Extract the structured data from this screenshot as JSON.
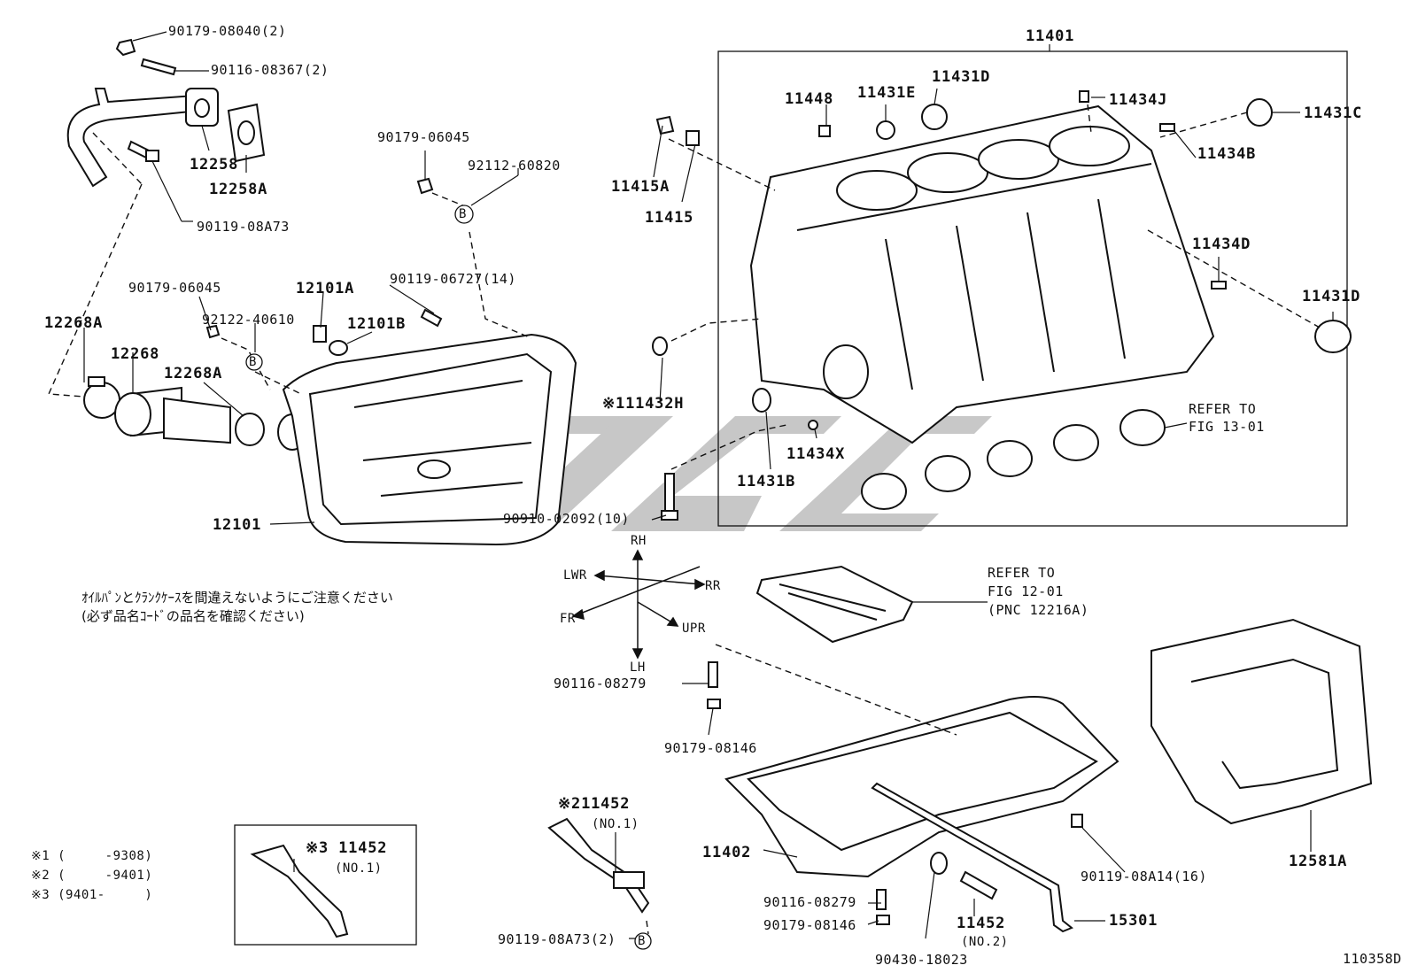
{
  "diagram": {
    "frame_label": "11401",
    "figure_code": "110358D",
    "parts": {
      "p90179_08040": "90179-08040(2)",
      "p90116_08367": "90116-08367(2)",
      "p12258": "12258",
      "p12258A": "12258A",
      "p90119_08A73_top": "90119-08A73",
      "p90179_06045_top": "90179-06045",
      "p92112_60820": "92112-60820",
      "p11415A": "11415A",
      "p11415": "11415",
      "p90119_06727": "90119-06727(14)",
      "p90179_06045_mid": "90179-06045",
      "p92122_40610": "92122-40610",
      "p12101A": "12101A",
      "p12101B": "12101B",
      "p12268A_left": "12268A",
      "p12268": "12268",
      "p12268A_mid": "12268A",
      "p12101": "12101",
      "p11432H": "※111432H",
      "p90910_02092": "90910-02092(10)",
      "p11448": "11448",
      "p11431E": "11431E",
      "p11431D_top": "11431D",
      "p11434J": "11434J",
      "p11431C": "11431C",
      "p11434B": "11434B",
      "p11434D": "11434D",
      "p11431D_right": "11431D",
      "p11434X": "11434X",
      "p11431B": "11431B",
      "p90116_08279_mid": "90116-08279",
      "p90179_08146_mid": "90179-08146",
      "p11452_no1_a": "※211452",
      "p11452_no1_a_sub": "(NO.1)",
      "p90119_08A73_bot": "90119-08A73(2)",
      "p11452_no1_b": "※3 11452",
      "p11452_no1_b_sub": "(NO.1)",
      "p11402": "11402",
      "p90116_08279_bot": "90116-08279",
      "p90179_08146_bot": "90179-08146",
      "p90430_18023": "90430-18023",
      "p11452_no2": "11452",
      "p11452_no2_sub": "(NO.2)",
      "p15301": "15301",
      "p90119_08A14": "90119-08A14(16)",
      "p12581A": "12581A"
    },
    "refs": {
      "ref1_l1": "REFER TO",
      "ref1_l2": "FIG 13-01",
      "ref2_l1": "REFER TO",
      "ref2_l2": "FIG 12-01",
      "ref2_l3": "(PNC 12216A)"
    },
    "callout_letter": "B",
    "directions": {
      "rh": "RH",
      "lh": "LH",
      "lwr": "LWR",
      "upr": "UPR",
      "rr": "RR",
      "fr": "FR"
    },
    "note_jp": {
      "line1": "ｵｲﾙﾊﾟﾝとｸﾗﾝｸｹｰｽを間違えないようにご注意ください",
      "line2": "(必ず品名ｺｰﾄﾞの品名を確認ください)"
    },
    "legend": [
      {
        "mark": "※1",
        "range": "(     -9308)"
      },
      {
        "mark": "※2",
        "range": "(     -9401)"
      },
      {
        "mark": "※3",
        "range": "(9401-     )"
      }
    ]
  }
}
